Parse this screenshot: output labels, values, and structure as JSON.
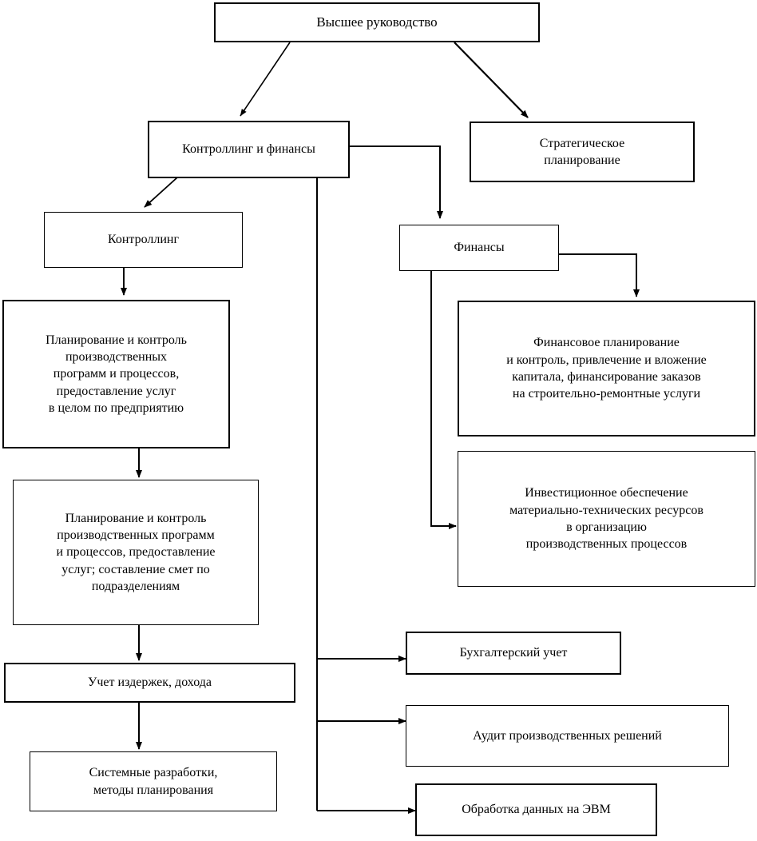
{
  "diagram": {
    "type": "organizational-flowchart",
    "language": "ru",
    "title": "Высшее руководство",
    "line_color": "#000000",
    "box_fill": "#ffffff",
    "nodes": [
      {
        "id": "top-management",
        "label": "Высшее руководство"
      },
      {
        "id": "controlling-and-finance",
        "label": "Контроллинг и финансы"
      },
      {
        "id": "strategic-planning",
        "label": "Стратегическое\nпланирование"
      },
      {
        "id": "controlling",
        "label": "Контроллинг"
      },
      {
        "id": "finance",
        "label": "Финансы"
      },
      {
        "id": "planning-control-enterprise",
        "label": "Планирование и контроль\nпроизводственных\nпрограмм и процессов,\nпредоставление услуг\nв целом по предприятию"
      },
      {
        "id": "financial-planning",
        "label": "Финансовое планирование\nи контроль, привлечение и вложение\nкапитала, финансирование заказов\nна строительно-ремонтные услуги"
      },
      {
        "id": "planning-control-divisions",
        "label": "Планирование и контроль\nпроизводственных программ\nи процессов, предоставление\nуслуг; составление смет по\nподразделениям"
      },
      {
        "id": "investment-support",
        "label": "Инвестиционное обеспечение\nматериально-технических ресурсов\nв организацию\nпроизводственных процессов"
      },
      {
        "id": "cost-income-accounting",
        "label": "Учет издержек, дохода"
      },
      {
        "id": "accounting",
        "label": "Бухгалтерский учет"
      },
      {
        "id": "systems-development",
        "label": "Системные разработки,\nметоды планирования"
      },
      {
        "id": "audit-production-decisions",
        "label": "Аудит производственных решений"
      },
      {
        "id": "data-processing",
        "label": "Обработка данных на ЭВМ"
      }
    ],
    "edges": [
      {
        "from": "top-management",
        "to": "controlling-and-finance",
        "style": "diagonal-arrow"
      },
      {
        "from": "top-management",
        "to": "strategic-planning",
        "style": "diagonal-arrow"
      },
      {
        "from": "controlling-and-finance",
        "to": "controlling",
        "style": "diagonal-arrow"
      },
      {
        "from": "controlling-and-finance",
        "to": "finance",
        "style": "elbow-arrow"
      },
      {
        "from": "controlling",
        "to": "planning-control-enterprise",
        "style": "vertical-arrow"
      },
      {
        "from": "planning-control-enterprise",
        "to": "planning-control-divisions",
        "style": "vertical-arrow"
      },
      {
        "from": "planning-control-divisions",
        "to": "cost-income-accounting",
        "style": "vertical-arrow"
      },
      {
        "from": "cost-income-accounting",
        "to": "systems-development",
        "style": "vertical-arrow"
      },
      {
        "from": "finance",
        "to": "financial-planning",
        "style": "elbow-arrow"
      },
      {
        "from": "finance",
        "to": "investment-support",
        "style": "elbow-arrow"
      },
      {
        "from": "controlling-and-finance",
        "to": "accounting",
        "style": "trunk-branch-arrow"
      },
      {
        "from": "controlling-and-finance",
        "to": "audit-production-decisions",
        "style": "trunk-branch-arrow"
      },
      {
        "from": "controlling-and-finance",
        "to": "data-processing",
        "style": "trunk-branch-arrow"
      }
    ]
  }
}
